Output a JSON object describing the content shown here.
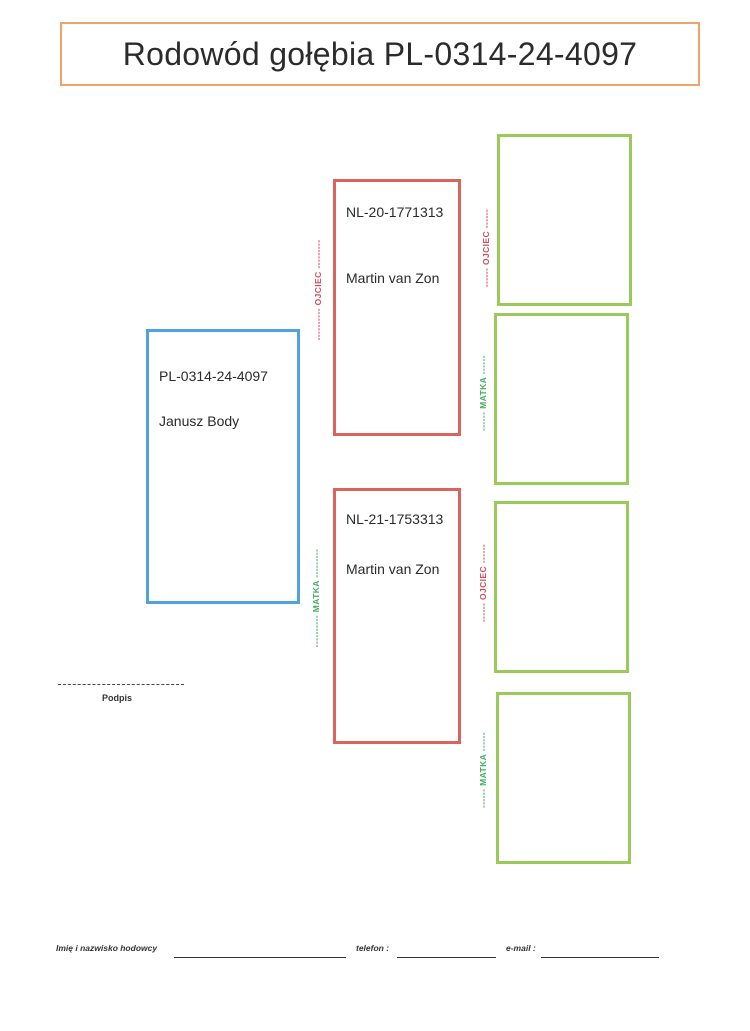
{
  "title": "Rodowód gołębia PL-0314-24-4097",
  "bird": {
    "ring": "PL-0314-24-4097",
    "owner": "Janusz Body"
  },
  "father": {
    "ring": "NL-20-1771313",
    "owner": "Martin van Zon"
  },
  "mother": {
    "ring": "NL-21-1753313",
    "owner": "Martin van Zon"
  },
  "labels": {
    "father": "---------- OJCIEC ---------",
    "mother": "---------- MATKA ---------",
    "father_grandparent": "------ OJCIEC ------",
    "mother_grandparent": "------ MATKA ------"
  },
  "signature": {
    "line": "- - - - - - - - - - - - - - - - -",
    "label": "Podpis"
  },
  "footer": {
    "breeder_label": "Imię i nazwisko hodowcy",
    "phone_label": "telefon :",
    "email_label": "e-mail :"
  },
  "colors": {
    "title_border": "#f0a36a",
    "bird_border": "#4ea3dc",
    "parent_border": "#d9645c",
    "grandparent_border": "#9cca5a",
    "father_label": "#d24b5a",
    "mother_label": "#3fae5c"
  }
}
